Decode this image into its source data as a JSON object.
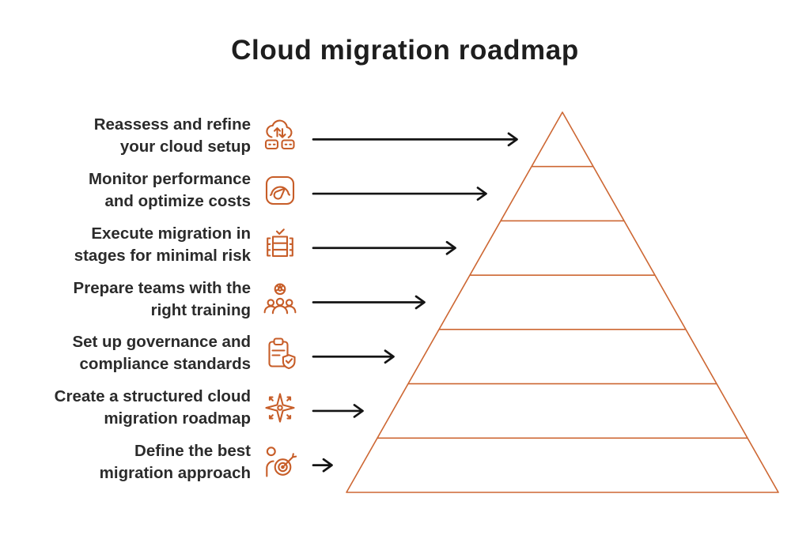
{
  "title": "Cloud migration roadmap",
  "colors": {
    "accent": "#C75D28",
    "pyramid_stroke": "#CD6733",
    "arrow": "#141414",
    "title_text": "#1E1E1E",
    "label_text": "#2B2B2B",
    "background": "#FFFFFF"
  },
  "pyramid": {
    "levels": 7
  },
  "steps": [
    {
      "label_lines": [
        "Reassess and refine",
        "your cloud setup"
      ],
      "icon": "cloud-sync-icon"
    },
    {
      "label_lines": [
        "Monitor performance",
        "and optimize costs"
      ],
      "icon": "gauge-icon"
    },
    {
      "label_lines": [
        "Execute migration in",
        "stages for minimal risk"
      ],
      "icon": "staged-stack-icon"
    },
    {
      "label_lines": [
        "Prepare teams with the",
        "right training"
      ],
      "icon": "team-training-icon"
    },
    {
      "label_lines": [
        "Set up governance and",
        "compliance standards"
      ],
      "icon": "clipboard-shield-icon"
    },
    {
      "label_lines": [
        "Create a structured cloud",
        "migration roadmap"
      ],
      "icon": "compass-star-icon"
    },
    {
      "label_lines": [
        "Define the best",
        "migration approach"
      ],
      "icon": "target-person-icon"
    }
  ]
}
